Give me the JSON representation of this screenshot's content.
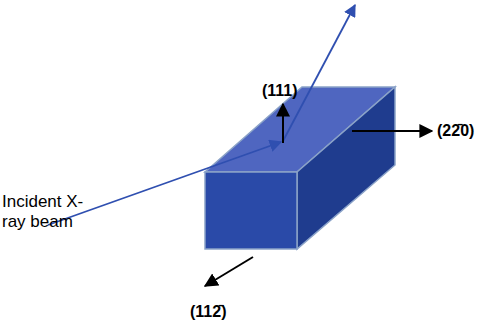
{
  "diagram": {
    "labels": [
      "(111)",
      "(22̄0)",
      "Incident X-ray beam",
      "(112̄)"
    ]
  }
}
